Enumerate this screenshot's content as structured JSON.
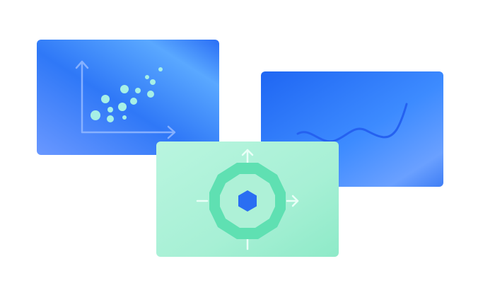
{
  "illustration": {
    "cards": [
      {
        "kind": "scatter",
        "accent": "#1e6ef5",
        "mark_color": "#a6f0e6"
      },
      {
        "kind": "bars-with-wave",
        "accent": "#2a74f7",
        "mark_color": "#a6f0e6"
      },
      {
        "kind": "polygon-hub",
        "accent": "#5fe3b0",
        "mark_color": "#2a6ef2"
      }
    ],
    "icons": [
      "scatter-chart-icon",
      "bar-line-chart-icon",
      "hub-arrows-icon"
    ]
  }
}
